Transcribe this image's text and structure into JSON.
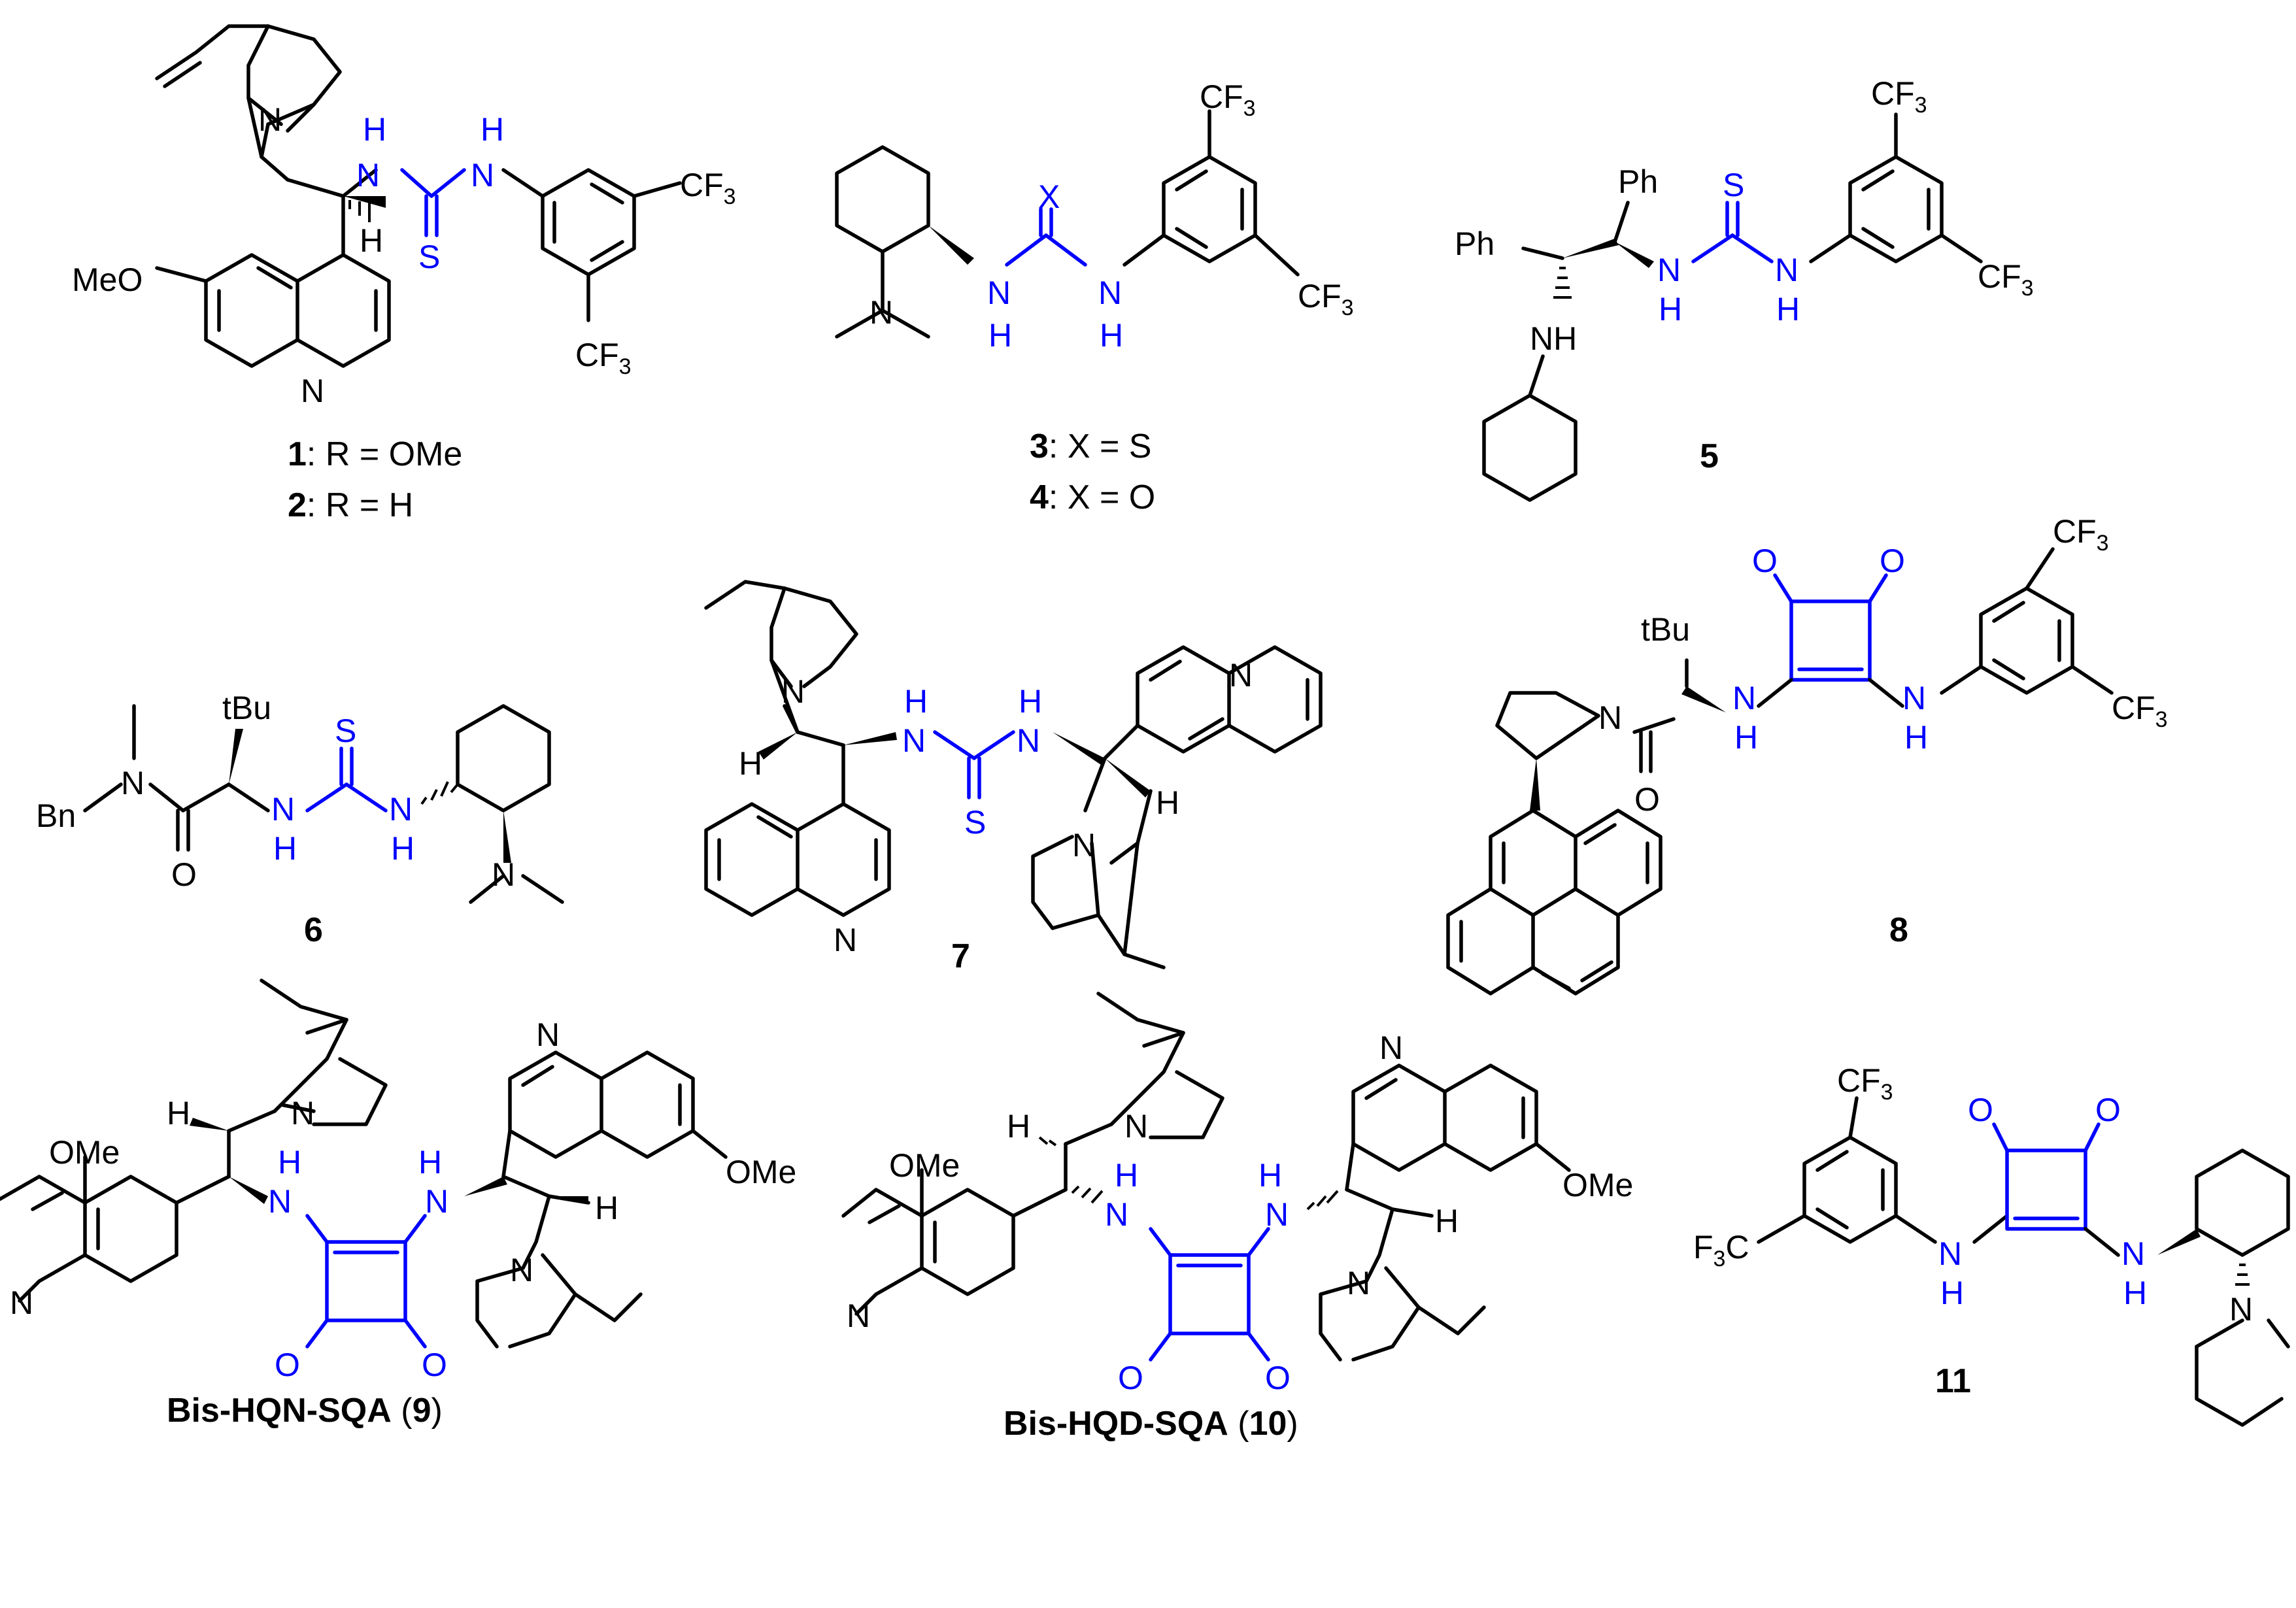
{
  "atoms": {
    "N": "N",
    "NH": "NH",
    "H": "H",
    "S": "S",
    "O": "O",
    "X": "X",
    "MeO": "MeO",
    "OMe": "OMe",
    "Ph": "Ph",
    "tBu": "tBu",
    "Bn": "Bn",
    "CF3_main": "CF",
    "CF3_sub": "3",
    "F3C_main": "F",
    "F3C_sub": "3",
    "F3C_tail": "C"
  },
  "compounds": {
    "c1": {
      "num": "1",
      "text": ": R = OMe"
    },
    "c2": {
      "num": "2",
      "text": ": R = H"
    },
    "c3": {
      "num": "3",
      "text": ": X = S"
    },
    "c4": {
      "num": "4",
      "text": ": X = O"
    },
    "c5": {
      "num": "5"
    },
    "c6": {
      "num": "6"
    },
    "c7": {
      "num": "7"
    },
    "c8": {
      "num": "8"
    },
    "c9": {
      "name": "Bis-HQN-SQA",
      "open": " (",
      "num": "9",
      "close": ")"
    },
    "c10": {
      "name": "Bis-HQD-SQA",
      "open": " (",
      "num": "10",
      "close": ")"
    },
    "c11": {
      "num": "11"
    }
  },
  "colors": {
    "bonds": "#000000",
    "highlight": "#0000ff",
    "background": "#ffffff"
  }
}
